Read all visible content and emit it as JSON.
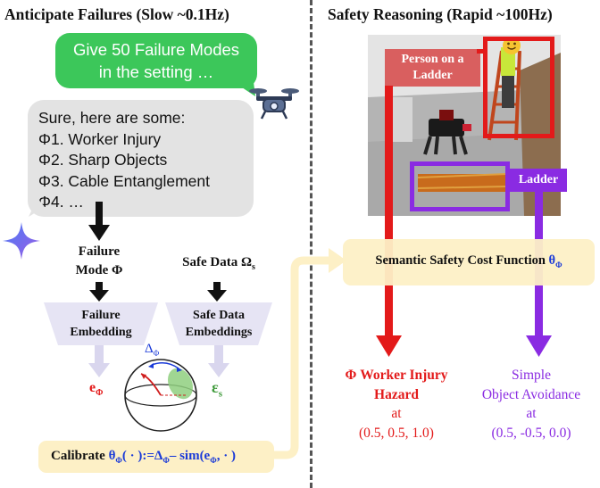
{
  "left": {
    "title": "Anticipate Failures (Slow ~0.1Hz)",
    "prompt_line1": "Give 50 Failure Modes",
    "prompt_line2": "in the setting …",
    "response_lines": [
      "Sure, here are some:",
      "Φ1. Worker Injury",
      "Φ2. Sharp Objects",
      "Φ3. Cable Entanglement",
      "Φ4. …"
    ],
    "failure_mode_line1": "Failure",
    "failure_mode_line2": "Mode Φ",
    "safe_data_label": "Safe Data Ω",
    "safe_data_sub": "s",
    "failure_embedding_line1": "Failure",
    "failure_embedding_line2": "Embedding",
    "safe_embeddings_line1": "Safe Data",
    "safe_embeddings_line2": "Embeddings",
    "e_phi": "e",
    "e_phi_sub": "Φ",
    "eps_s": "ε",
    "eps_s_sub": "s",
    "delta_phi": "Δ",
    "delta_phi_sub": "Φ",
    "calibrate_prefix": "Calibrate ",
    "calibrate_theta": "θ",
    "calibrate_formula_1": "( · ):=Δ",
    "calibrate_formula_2": "– sim(e",
    "calibrate_formula_3": ", · )",
    "phi_sub": "Φ"
  },
  "right": {
    "title": "Safety Reasoning (Rapid ~100Hz)",
    "person_label_line1": "Person on a",
    "person_label_line2": "Ladder",
    "ladder_label": "Ladder",
    "cost_function_text": "Semantic Safety Cost Function ",
    "cost_function_theta": "θ",
    "cost_function_sub": "Φ",
    "hazard_line1": "Φ Worker Injury",
    "hazard_line2": "Hazard",
    "hazard_line3": "at",
    "hazard_line4": "(0.5, 0.5, 1.0)",
    "avoid_line1": "Simple",
    "avoid_line2": "Object Avoidance",
    "avoid_line3": "at",
    "avoid_line4": "(0.5, -0.5, 0.0)"
  },
  "colors": {
    "red": "#e31a1a",
    "purple": "#8a2be2",
    "blue": "#1a3ad8",
    "green_bubble": "#3cc75a",
    "yellow_box": "#fdf0c6",
    "embedding_box": "#e6e4f4"
  },
  "icons": [
    "drone-icon",
    "sparkle-icon",
    "sphere-icon",
    "person-emoji-icon"
  ]
}
